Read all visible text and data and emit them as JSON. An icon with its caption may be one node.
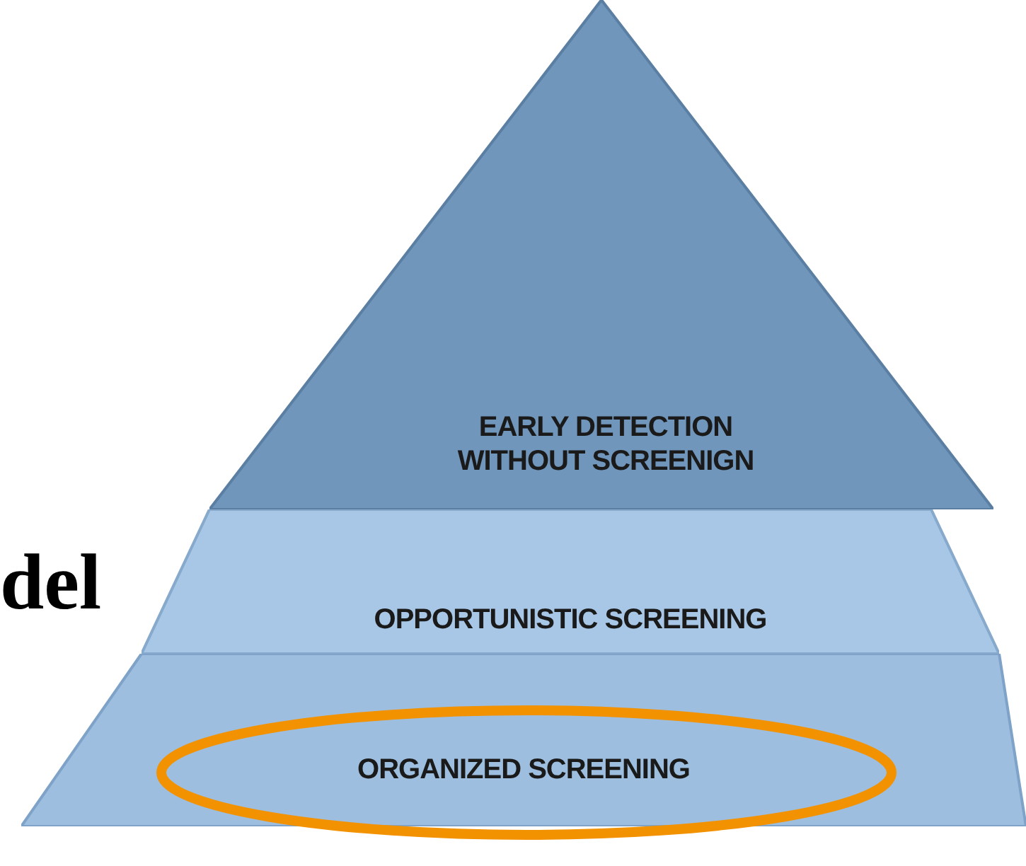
{
  "diagram": {
    "nodes": [
      {
        "text": [
          "EARLY DETECTION WITHOUT SCREENIGN"
        ]
      },
      {
        "text": [
          "OPPORTUNISTIC SCREENING"
        ]
      },
      {
        "text": [
          "ORGANIZED SCREENING"
        ]
      }
    ],
    "labels": [
      "del"
    ]
  }
}
